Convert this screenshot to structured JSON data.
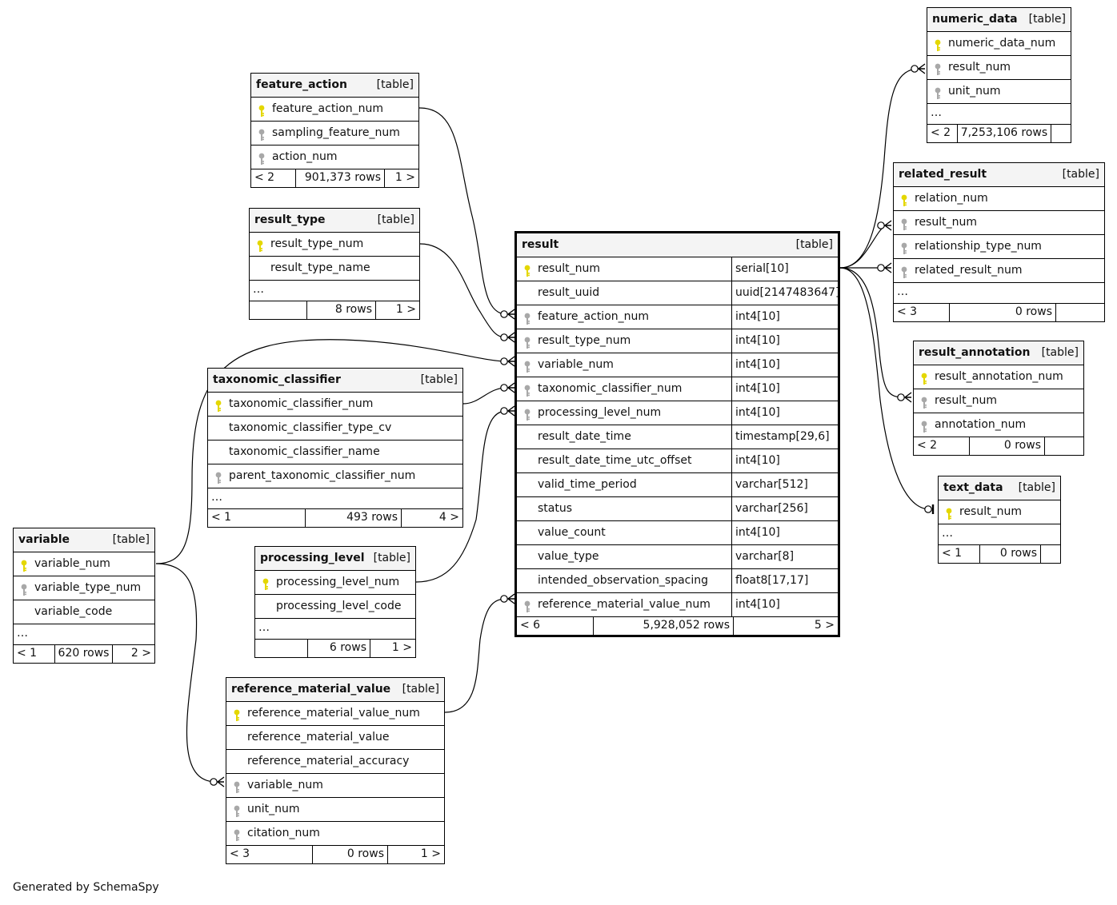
{
  "footer": "Generated by SchemaSpy",
  "tag": "[table]",
  "colors": {
    "primary_key": "#e4d700",
    "foreign_key": "#a8a8a8",
    "header_bg": "#f4f4f4"
  },
  "tables": [
    {
      "id": "feature_action",
      "name": "feature_action",
      "columns": [
        {
          "name": "feature_action_num",
          "key": "pk"
        },
        {
          "name": "sampling_feature_num",
          "key": "fk"
        },
        {
          "name": "action_num",
          "key": "fk"
        }
      ],
      "ellipsis": false,
      "parents": "< 2",
      "rows": "901,373 rows",
      "children": "1 >"
    },
    {
      "id": "result_type",
      "name": "result_type",
      "columns": [
        {
          "name": "result_type_num",
          "key": "pk"
        },
        {
          "name": "result_type_name",
          "key": ""
        }
      ],
      "ellipsis": true,
      "parents": "",
      "rows": "8 rows",
      "children": "1 >"
    },
    {
      "id": "taxonomic_classifier",
      "name": "taxonomic_classifier",
      "columns": [
        {
          "name": "taxonomic_classifier_num",
          "key": "pk"
        },
        {
          "name": "taxonomic_classifier_type_cv",
          "key": ""
        },
        {
          "name": "taxonomic_classifier_name",
          "key": ""
        },
        {
          "name": "parent_taxonomic_classifier_num",
          "key": "fk"
        }
      ],
      "ellipsis": true,
      "parents": "< 1",
      "rows": "493 rows",
      "children": "4 >"
    },
    {
      "id": "variable",
      "name": "variable",
      "columns": [
        {
          "name": "variable_num",
          "key": "pk"
        },
        {
          "name": "variable_type_num",
          "key": "fk"
        },
        {
          "name": "variable_code",
          "key": ""
        }
      ],
      "ellipsis": true,
      "parents": "< 1",
      "rows": "620 rows",
      "children": "2 >"
    },
    {
      "id": "processing_level",
      "name": "processing_level",
      "columns": [
        {
          "name": "processing_level_num",
          "key": "pk"
        },
        {
          "name": "processing_level_code",
          "key": ""
        }
      ],
      "ellipsis": true,
      "parents": "",
      "rows": "6 rows",
      "children": "1 >"
    },
    {
      "id": "reference_material_value",
      "name": "reference_material_value",
      "columns": [
        {
          "name": "reference_material_value_num",
          "key": "pk"
        },
        {
          "name": "reference_material_value",
          "key": ""
        },
        {
          "name": "reference_material_accuracy",
          "key": ""
        },
        {
          "name": "variable_num",
          "key": "fk"
        },
        {
          "name": "unit_num",
          "key": "fk"
        },
        {
          "name": "citation_num",
          "key": "fk"
        }
      ],
      "ellipsis": false,
      "parents": "< 3",
      "rows": "0 rows",
      "children": "1 >"
    },
    {
      "id": "result",
      "name": "result",
      "columns": [
        {
          "name": "result_num",
          "key": "pk",
          "type": "serial[10]"
        },
        {
          "name": "result_uuid",
          "key": "",
          "type": "uuid[2147483647]"
        },
        {
          "name": "feature_action_num",
          "key": "fk",
          "type": "int4[10]"
        },
        {
          "name": "result_type_num",
          "key": "fk",
          "type": "int4[10]"
        },
        {
          "name": "variable_num",
          "key": "fk",
          "type": "int4[10]"
        },
        {
          "name": "taxonomic_classifier_num",
          "key": "fk",
          "type": "int4[10]"
        },
        {
          "name": "processing_level_num",
          "key": "fk",
          "type": "int4[10]"
        },
        {
          "name": "result_date_time",
          "key": "",
          "type": "timestamp[29,6]"
        },
        {
          "name": "result_date_time_utc_offset",
          "key": "",
          "type": "int4[10]"
        },
        {
          "name": "valid_time_period",
          "key": "",
          "type": "varchar[512]"
        },
        {
          "name": "status",
          "key": "",
          "type": "varchar[256]"
        },
        {
          "name": "value_count",
          "key": "",
          "type": "int4[10]"
        },
        {
          "name": "value_type",
          "key": "",
          "type": "varchar[8]"
        },
        {
          "name": "intended_observation_spacing",
          "key": "",
          "type": "float8[17,17]"
        },
        {
          "name": "reference_material_value_num",
          "key": "fk",
          "type": "int4[10]"
        }
      ],
      "ellipsis": false,
      "parents": "< 6",
      "rows": "5,928,052 rows",
      "children": "5 >"
    },
    {
      "id": "numeric_data",
      "name": "numeric_data",
      "columns": [
        {
          "name": "numeric_data_num",
          "key": "pk"
        },
        {
          "name": "result_num",
          "key": "fk"
        },
        {
          "name": "unit_num",
          "key": "fk"
        }
      ],
      "ellipsis": true,
      "parents": "< 2",
      "rows": "7,253,106 rows",
      "children": ""
    },
    {
      "id": "related_result",
      "name": "related_result",
      "columns": [
        {
          "name": "relation_num",
          "key": "pk"
        },
        {
          "name": "result_num",
          "key": "fk"
        },
        {
          "name": "relationship_type_num",
          "key": "fk"
        },
        {
          "name": "related_result_num",
          "key": "fk"
        }
      ],
      "ellipsis": true,
      "parents": "< 3",
      "rows": "0 rows",
      "children": ""
    },
    {
      "id": "result_annotation",
      "name": "result_annotation",
      "columns": [
        {
          "name": "result_annotation_num",
          "key": "pk"
        },
        {
          "name": "result_num",
          "key": "fk"
        },
        {
          "name": "annotation_num",
          "key": "fk"
        }
      ],
      "ellipsis": false,
      "parents": "< 2",
      "rows": "0 rows",
      "children": ""
    },
    {
      "id": "text_data",
      "name": "text_data",
      "columns": [
        {
          "name": "result_num",
          "key": "pk"
        }
      ],
      "ellipsis": true,
      "parents": "< 1",
      "rows": "0 rows",
      "children": ""
    }
  ]
}
